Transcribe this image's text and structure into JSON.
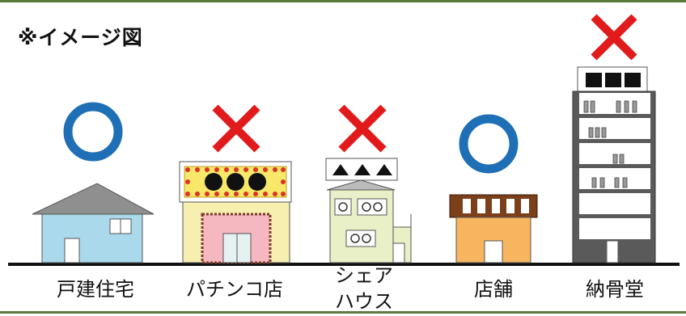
{
  "note": "※イメージ図",
  "colors": {
    "ok": "#1e6fb5",
    "ng": "#e11b1b",
    "border": "#5a7a3a"
  },
  "buildings": [
    {
      "label": "戸建住宅",
      "status": "ok"
    },
    {
      "label": "パチンコ店",
      "status": "ng"
    },
    {
      "label": "シェア\nハウス",
      "status": "ng",
      "label_lines": [
        "シェア",
        "ハウス"
      ]
    },
    {
      "label": "店舗",
      "status": "ok"
    },
    {
      "label": "納骨堂",
      "status": "ng"
    }
  ]
}
